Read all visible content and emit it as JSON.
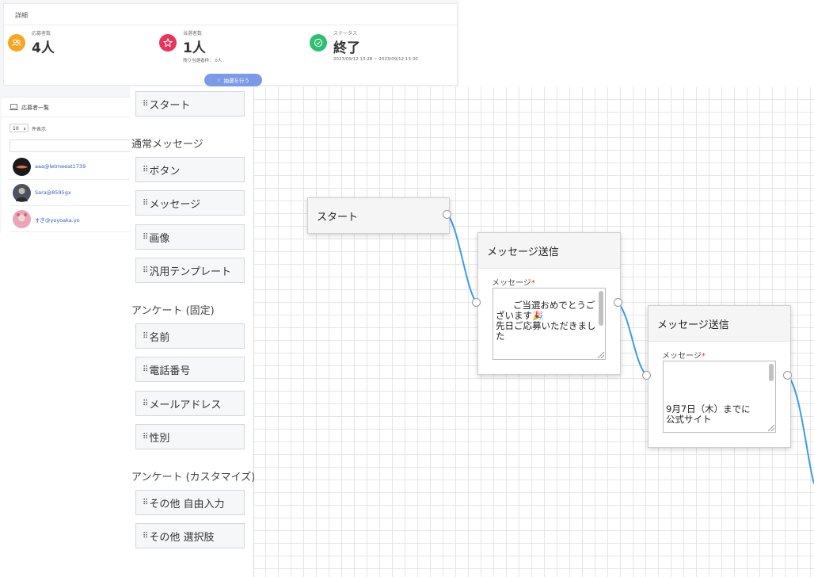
{
  "detail": {
    "title": "詳細",
    "applicants": {
      "label": "応募者数",
      "value": "4人",
      "icon": "users-icon",
      "color": "#f6a623"
    },
    "winners": {
      "label": "当選者数",
      "value": "1人",
      "sub": "残り当選者枠： 0人",
      "icon": "star-icon",
      "color": "#e8335a"
    },
    "status": {
      "label": "ステータス",
      "value": "終了",
      "sub": "2023/09/12 13:28 ~ 2023/09/12 13:30",
      "icon": "check-circle-icon",
      "color": "#2fbf71"
    },
    "draw_button": "抽選を行う"
  },
  "applicant_list": {
    "title": "応募者一覧",
    "page_size": "10",
    "page_size_suffix": "件表示",
    "rows": [
      {
        "name": "aaa@letmeeat1739"
      },
      {
        "name": "Sara@8595gx"
      },
      {
        "name": "すぎ@yoyoaka.yo"
      }
    ]
  },
  "palette": {
    "start": "スタート",
    "section_normal": "通常メッセージ",
    "button": "ボタン",
    "message": "メッセージ",
    "image": "画像",
    "template": "汎用テンプレート",
    "section_fixed": "アンケート (固定)",
    "name": "名前",
    "phone": "電話番号",
    "email": "メールアドレス",
    "gender": "性別",
    "section_custom": "アンケート (カスタマイズ)",
    "free_input": "その他 自由入力",
    "choice": "その他 選択肢"
  },
  "flow": {
    "start_node": {
      "title": "スタート"
    },
    "message_node_1": {
      "title": "メッセージ送信",
      "field_label": "メッセージ",
      "text": "ご当選おめでとうございます🎉\n先日ご応募いただきました"
    },
    "message_node_2": {
      "title": "メッセージ送信",
      "field_label": "メッセージ",
      "text": "\n\n\n9月7日（木）までに\n公式サイト"
    },
    "connector_color": "#3d9be9"
  }
}
